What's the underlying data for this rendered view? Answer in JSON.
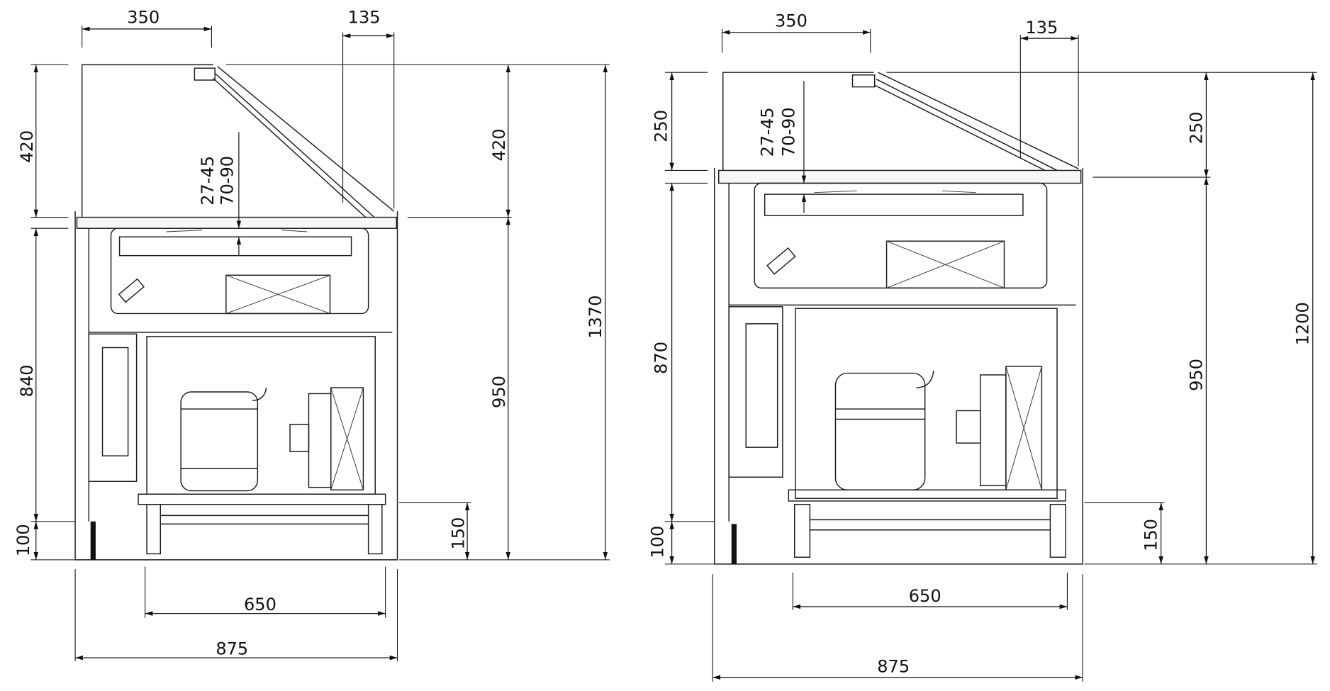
{
  "drawings": [
    {
      "name": "left-view-1370",
      "dims": {
        "top_width": "350",
        "glass_offset": "135",
        "glass_height_left": "420",
        "body_height": "840",
        "plinth_height": "100",
        "glass_height_right": "420",
        "counter_height": "950",
        "total_height": "1370",
        "leg_height": "150",
        "leg_span": "650",
        "total_depth": "875",
        "tray_depth_a": "27-45",
        "tray_depth_b": "70-90"
      }
    },
    {
      "name": "right-view-1200",
      "dims": {
        "top_width": "350",
        "glass_offset": "135",
        "glass_height_left": "250",
        "body_height": "870",
        "plinth_height": "100",
        "glass_height_right": "250",
        "counter_height": "950",
        "total_height": "1200",
        "leg_height": "150",
        "leg_span": "650",
        "total_depth": "875",
        "tray_depth_a": "27-45",
        "tray_depth_b": "70-90"
      }
    }
  ]
}
